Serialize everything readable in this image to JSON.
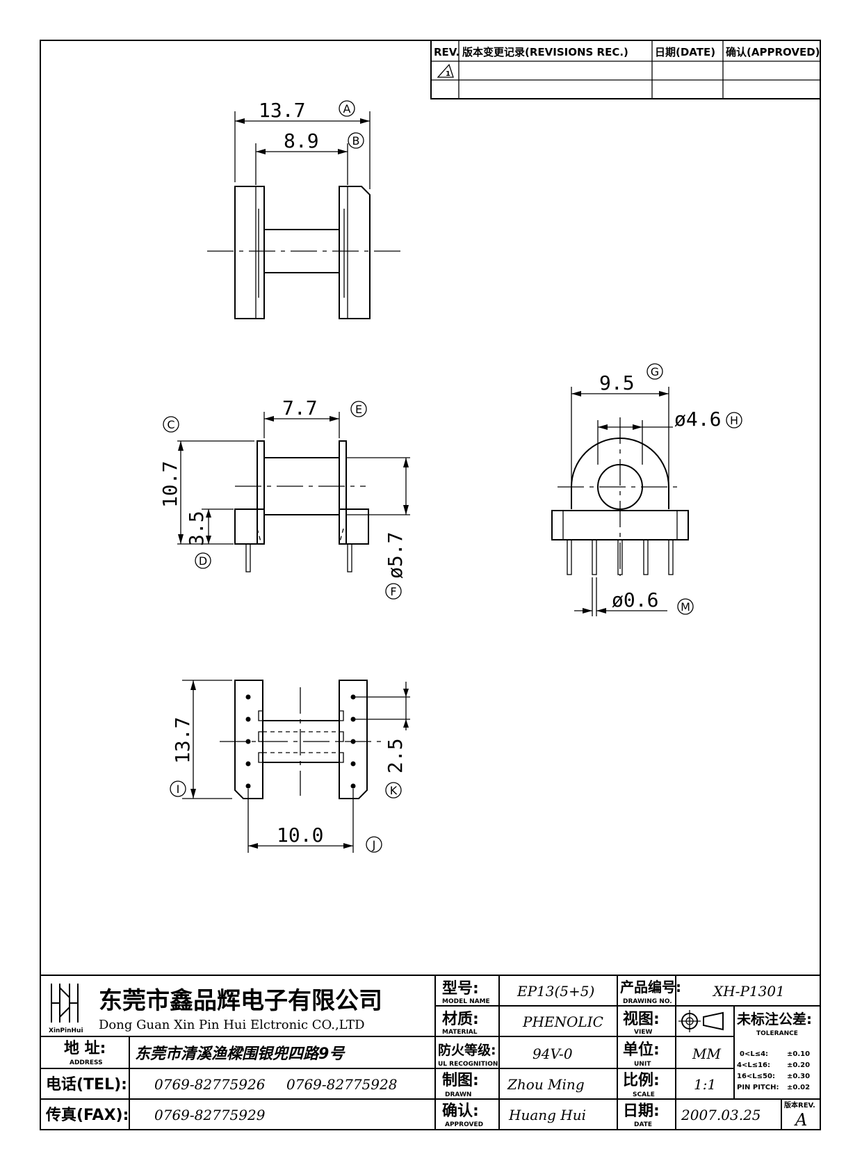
{
  "revisions": {
    "headers": [
      "REV.",
      "版本变更记录(REVISIONS REC.)",
      "日期(DATE)",
      "确认(APPROVED)"
    ],
    "rev_symbol": "1"
  },
  "dimensions": [
    {
      "id": "A",
      "value": "13.7"
    },
    {
      "id": "B",
      "value": "8.9"
    },
    {
      "id": "C",
      "value": "10.7"
    },
    {
      "id": "D",
      "value": "3.5"
    },
    {
      "id": "E",
      "value": "7.7"
    },
    {
      "id": "F",
      "value": "ø5.7"
    },
    {
      "id": "G",
      "value": "9.5"
    },
    {
      "id": "H",
      "value": "ø4.6"
    },
    {
      "id": "M",
      "value": "ø0.6"
    },
    {
      "id": "I",
      "value": "13.7"
    },
    {
      "id": "J",
      "value": "10.0"
    },
    {
      "id": "K",
      "value": "2.5"
    }
  ],
  "title_block": {
    "company_cn": "东莞市鑫品辉电子有限公司",
    "company_en": "Dong Guan Xin Pin Hui Elctronic CO.,LTD",
    "logo_text": "XinPinHui",
    "address_label_cn": "地 址:",
    "address_label_en": "ADDRESS",
    "address": "东莞市清溪渔樑围银兜四路9号",
    "tel_label": "电话(TEL):",
    "tel_1": "0769-82775926",
    "tel_2": "0769-82775928",
    "fax_label": "传真(FAX):",
    "fax": "0769-82775929",
    "model_label_cn": "型号:",
    "model_label_en": "MODEL NAME",
    "model": "EP13(5+5)",
    "material_label_cn": "材质:",
    "material_label_en": "MATERIAL",
    "material": "PHENOLIC",
    "ul_label_cn": "防火等级:",
    "ul_label_en": "UL RECOGNITION",
    "ul": "94V-0",
    "drawn_label_cn": "制图:",
    "drawn_label_en": "DRAWN",
    "drawn": "Zhou Ming",
    "approved_label_cn": "确认:",
    "approved_label_en": "APPROVED",
    "approved": "Huang Hui",
    "drawing_no_label_cn": "产品编号:",
    "drawing_no_label_en": "DRAWING NO.",
    "drawing_no": "XH-P1301",
    "view_label_cn": "视图:",
    "view_label_en": "VIEW",
    "unit_label_cn": "单位:",
    "unit_label_en": "UNIT",
    "unit": "MM",
    "scale_label_cn": "比例:",
    "scale_label_en": "SCALE",
    "scale": "1:1",
    "date_label_cn": "日期:",
    "date_label_en": "DATE",
    "date": "2007.03.25",
    "tolerance_label_cn": "未标注公差:",
    "tolerance_label_en": "TOLERANCE",
    "tolerance": [
      {
        "range": "0<L≤4:",
        "value": "±0.10"
      },
      {
        "range": "4<L≤16:",
        "value": "±0.20"
      },
      {
        "range": "16<L≤50:",
        "value": "±0.30"
      },
      {
        "range": "PIN PITCH:",
        "value": "±0.02"
      }
    ],
    "rev_label": "版本REV.",
    "rev": "A"
  }
}
